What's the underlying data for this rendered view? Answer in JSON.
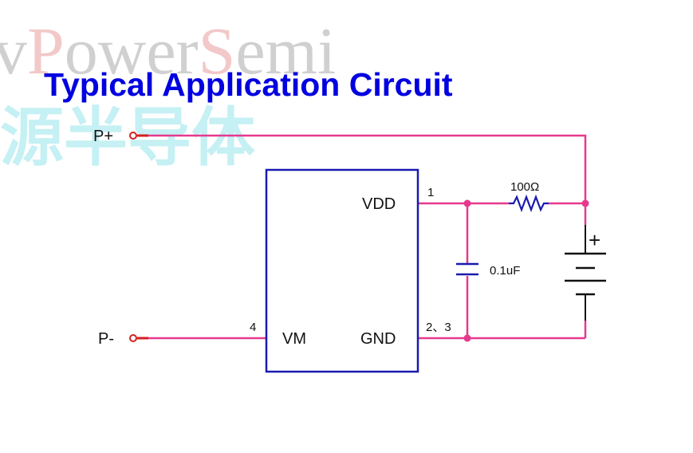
{
  "watermark": {
    "brand_prefix": "v",
    "brand_p": "P",
    "brand_ower": "ower",
    "brand_s": "S",
    "brand_emi": "emi",
    "chinese": "源半导体"
  },
  "title": "Typical Application Circuit",
  "terminals": {
    "p_plus": "P+",
    "p_minus": "P-"
  },
  "chip": {
    "vdd": "VDD",
    "vm": "VM",
    "gnd": "GND"
  },
  "pins": {
    "vdd_pin": "1",
    "gnd_pins": "2、3",
    "vm_pin": "4"
  },
  "components": {
    "resistor": "100Ω",
    "capacitor": "0.1uF",
    "battery_plus": "+"
  },
  "colors": {
    "wire": "#E6398E",
    "chip_border": "#1A1AB0",
    "component": "#1A1AB0",
    "terminal": "#D42020",
    "title": "#0000E0",
    "watermark_gray": "#D0D0D0",
    "watermark_red": "#F2C8C8",
    "watermark_cyan": "#C5F0F4"
  }
}
